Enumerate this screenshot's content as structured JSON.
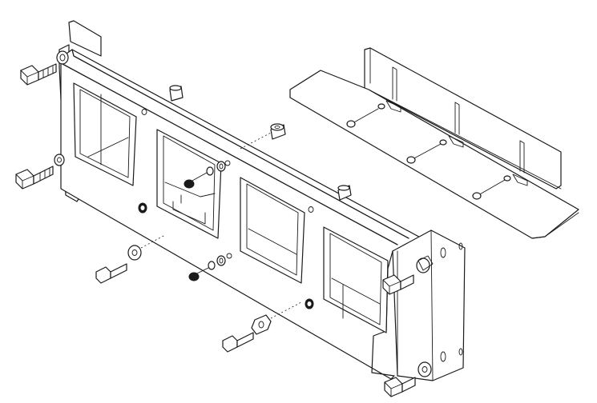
{
  "figure": {
    "kind": "exploded isometric line drawing",
    "line_color": "#1a1a1a",
    "background_color": "#ffffff",
    "parts_shown": [
      "front-frame",
      "rear-tray",
      "bolt",
      "flanged-bushing",
      "washer",
      "socket-cap-screw",
      "cage-nut"
    ]
  }
}
